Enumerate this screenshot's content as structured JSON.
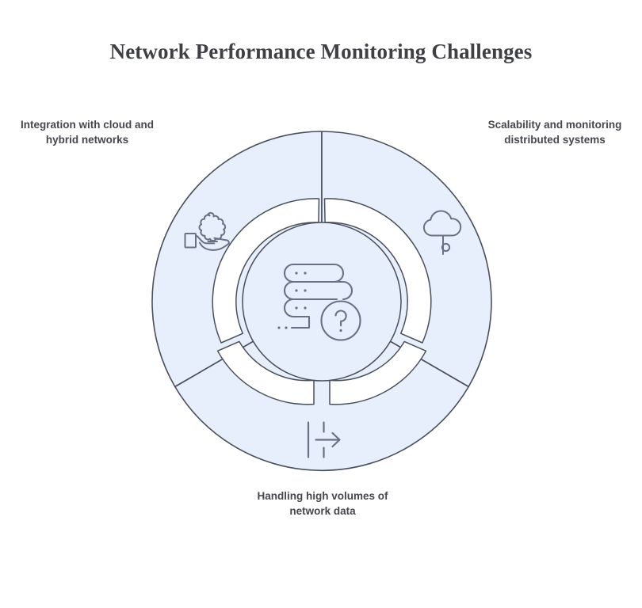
{
  "page": {
    "title": "Network Performance Monitoring Challenges",
    "background_color": "#ffffff",
    "title_color": "#3f4045"
  },
  "diagram": {
    "type": "segmented-donut-hub-and-spoke",
    "center_icon": {
      "name": "database-question-icon",
      "description": "Stacked server/database layers with a question mark circle"
    },
    "palette": {
      "segment_fill": "#e8effc",
      "ring_fill": "#ffffff",
      "stroke": "#4a4f5c",
      "icon_stroke": "#6b7185",
      "label_text": "#45474d"
    },
    "segments": [
      {
        "id": "integration",
        "label": "Integration with cloud and hybrid networks",
        "icon": "hand-puzzle-piece-icon",
        "position": "left"
      },
      {
        "id": "scalability",
        "label": "Scalability and monitoring distributed systems",
        "icon": "cloud-node-icon",
        "position": "right"
      },
      {
        "id": "volume",
        "label": "Handling high volumes of network data",
        "icon": "data-flow-arrow-icon",
        "position": "bottom"
      }
    ]
  }
}
